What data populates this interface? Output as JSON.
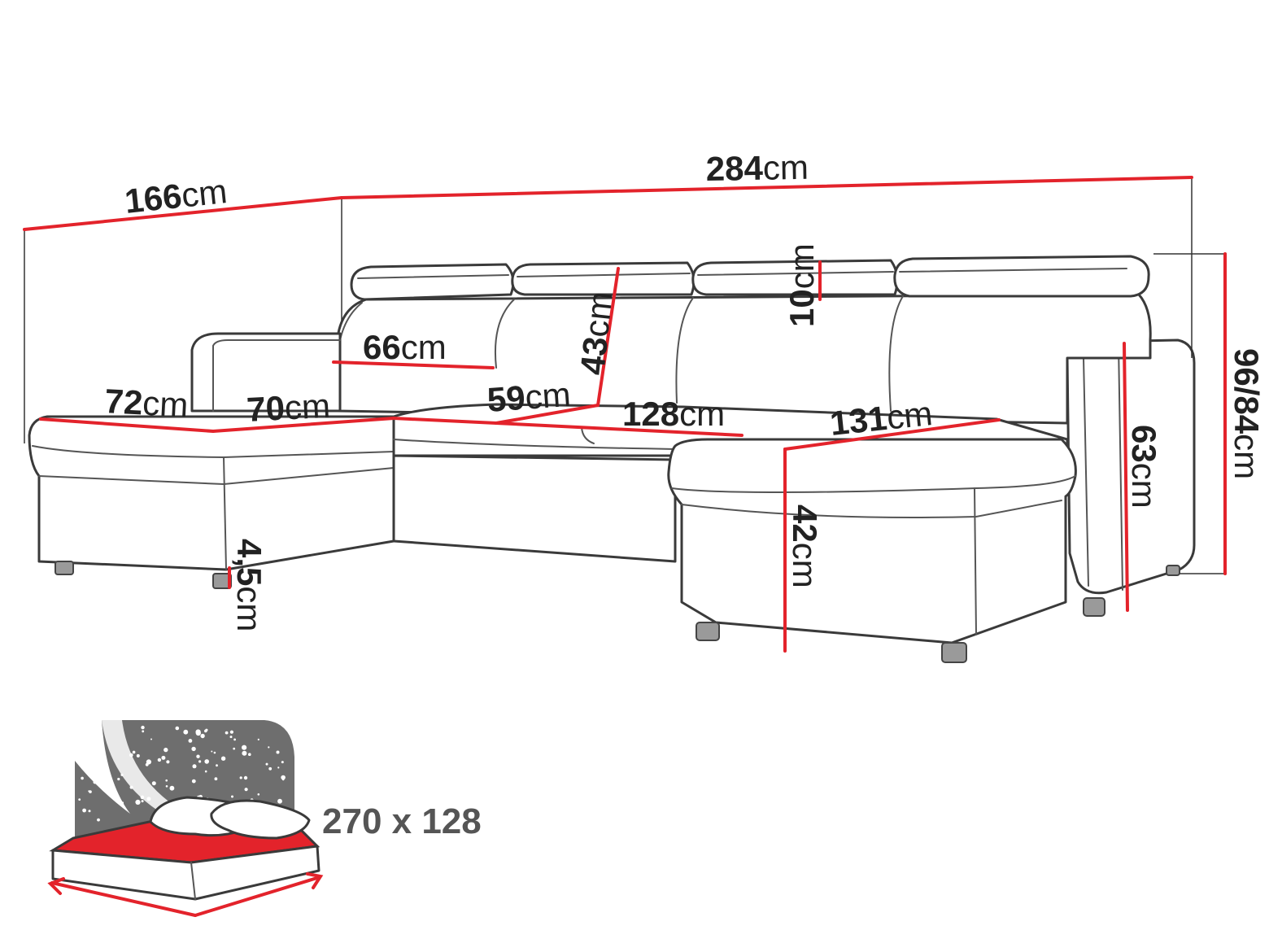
{
  "dimensions": {
    "depth_left": {
      "value": "166",
      "unit": "cm"
    },
    "total_width": {
      "value": "284",
      "unit": "cm"
    },
    "headrest_height": {
      "value": "10",
      "unit": "cm"
    },
    "back_height": {
      "value": "43",
      "unit": "cm"
    },
    "seat_width": {
      "value": "66",
      "unit": "cm"
    },
    "chaise_left_width": {
      "value": "72",
      "unit": "cm"
    },
    "chaise_left_depth": {
      "value": "70",
      "unit": "cm"
    },
    "seat_depth": {
      "value": "59",
      "unit": "cm"
    },
    "middle_width": {
      "value": "128",
      "unit": "cm"
    },
    "chaise_right_depth": {
      "value": "131",
      "unit": "cm"
    },
    "armrest_height": {
      "value": "63",
      "unit": "cm"
    },
    "total_height": {
      "value": "96/84",
      "unit": "cm"
    },
    "seat_height": {
      "value": "42",
      "unit": "cm"
    },
    "leg_height": {
      "value": "4,5",
      "unit": "cm"
    }
  },
  "bed": {
    "size_label": "270 x 128",
    "colors": {
      "mattress": "#e3232b",
      "night": "#6e6e6e"
    }
  },
  "colors": {
    "dimension_line": "#e3232b",
    "outline": "#3a3a3a"
  }
}
